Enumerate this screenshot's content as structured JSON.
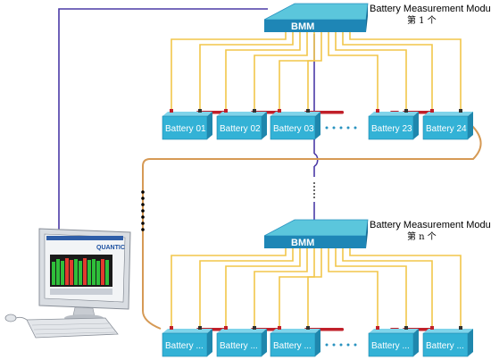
{
  "modules": [
    {
      "box_label": "BMM",
      "title": "Battery Measurement Module",
      "subtitle": "第 1 个",
      "batteries": [
        "Battery 01",
        "Battery 02",
        "Battery 03",
        "Battery 23",
        "Battery 24"
      ]
    },
    {
      "box_label": "BMM",
      "title": "Battery Measurement Module",
      "subtitle": "第 n 个",
      "batteries": [
        "Battery ...",
        "Battery ...",
        "Battery ...",
        "Battery ...",
        "Battery ..."
      ]
    }
  ],
  "monitor": {
    "brand": "QUANTIC"
  },
  "colors": {
    "bmm_top": "#5bc6dc",
    "bmm_front": "#1e86b6",
    "battery": "#33b2d6",
    "wire_yellow": "#f2c64a",
    "wire_blue": "#4b3aa6",
    "wire_orange": "#d69a55",
    "strap_red": "#c0202a"
  }
}
